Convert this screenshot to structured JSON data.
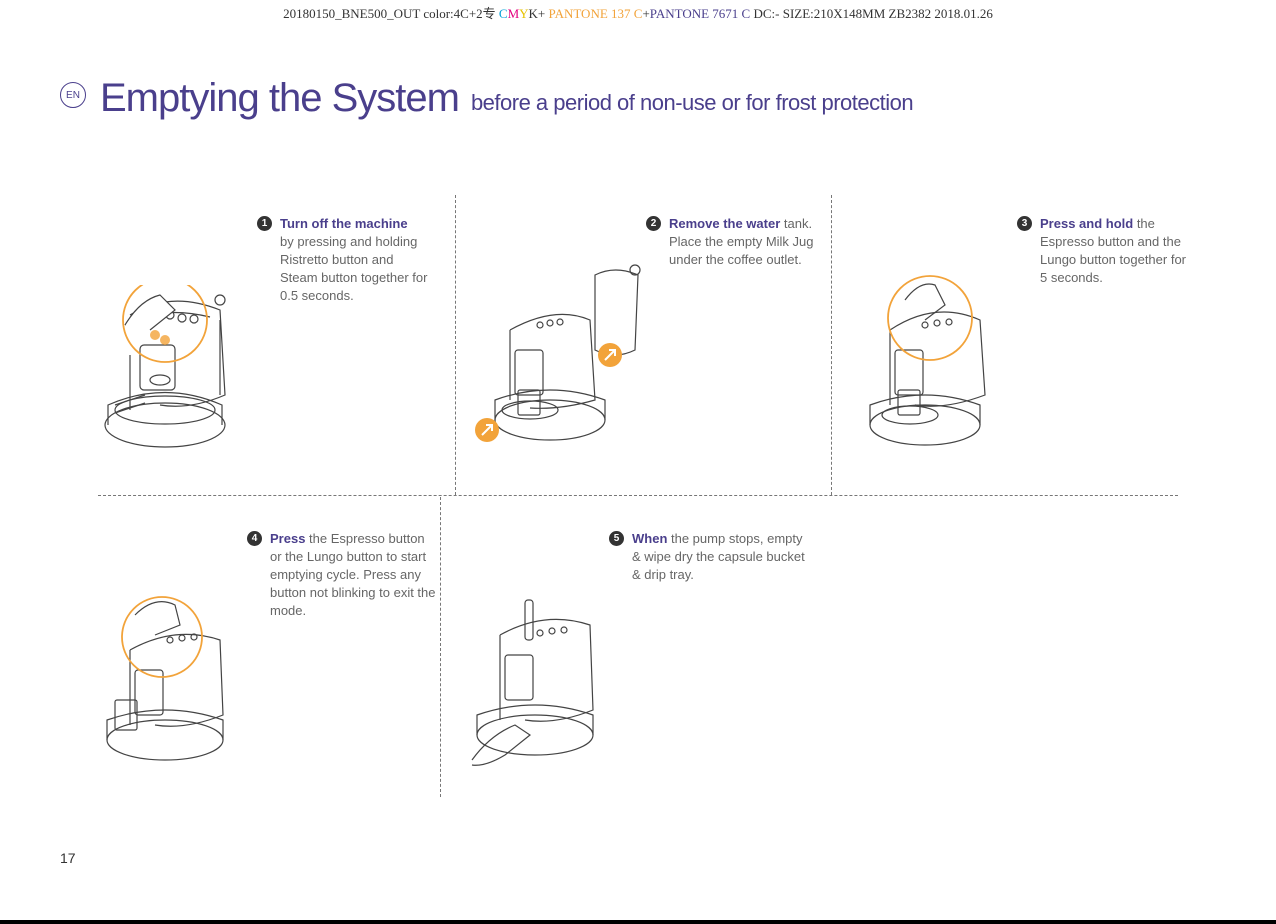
{
  "print_header": {
    "part1": "20180150_BNE500_OUT  color:4C+2专 ",
    "c": "C",
    "m": "M",
    "y": "Y",
    "k": "K+ ",
    "pantone1": "PANTONE 137 C",
    "plus": "+",
    "pantone2": "PANTONE 7671 C",
    "rest": "  DC:-  SIZE:210X148MM  ZB2382  2018.01.26"
  },
  "header": {
    "badge": "EN",
    "title": "Emptying the System",
    "subtitle": "before a period of non-use or for frost protection"
  },
  "steps": [
    {
      "num": "1",
      "lead": "Turn off the machine",
      "lines": [
        "by pressing and holding",
        "Ristretto button and",
        "Steam button together for",
        "0.5 seconds."
      ]
    },
    {
      "num": "2",
      "lead": "Remove the water",
      "lead_rest": " tank.",
      "lines": [
        "Place the empty Milk Jug",
        "under the coffee outlet."
      ]
    },
    {
      "num": "3",
      "lead": "Press and hold",
      "lead_rest": " the",
      "lines": [
        "Espresso button and the",
        "Lungo button together for",
        "5 seconds."
      ]
    },
    {
      "num": "4",
      "lead": "Press",
      "lead_rest": " the Espresso button",
      "lines": [
        "or the Lungo button to start",
        "emptying cycle. Press any",
        "button not blinking to exit the",
        "mode."
      ]
    },
    {
      "num": "5",
      "lead": "When",
      "lead_rest": " the pump stops, empty",
      "lines": [
        "& wipe dry the capsule bucket",
        "& drip tray."
      ]
    }
  ],
  "page_number": "17",
  "colors": {
    "accent": "#4a3f8c",
    "highlight": "#f2a33a"
  },
  "icons": [
    "coffee-machine-illustration",
    "water-tank-illustration",
    "orange-arrow-icon",
    "highlight-circle",
    "hand-illustration"
  ]
}
